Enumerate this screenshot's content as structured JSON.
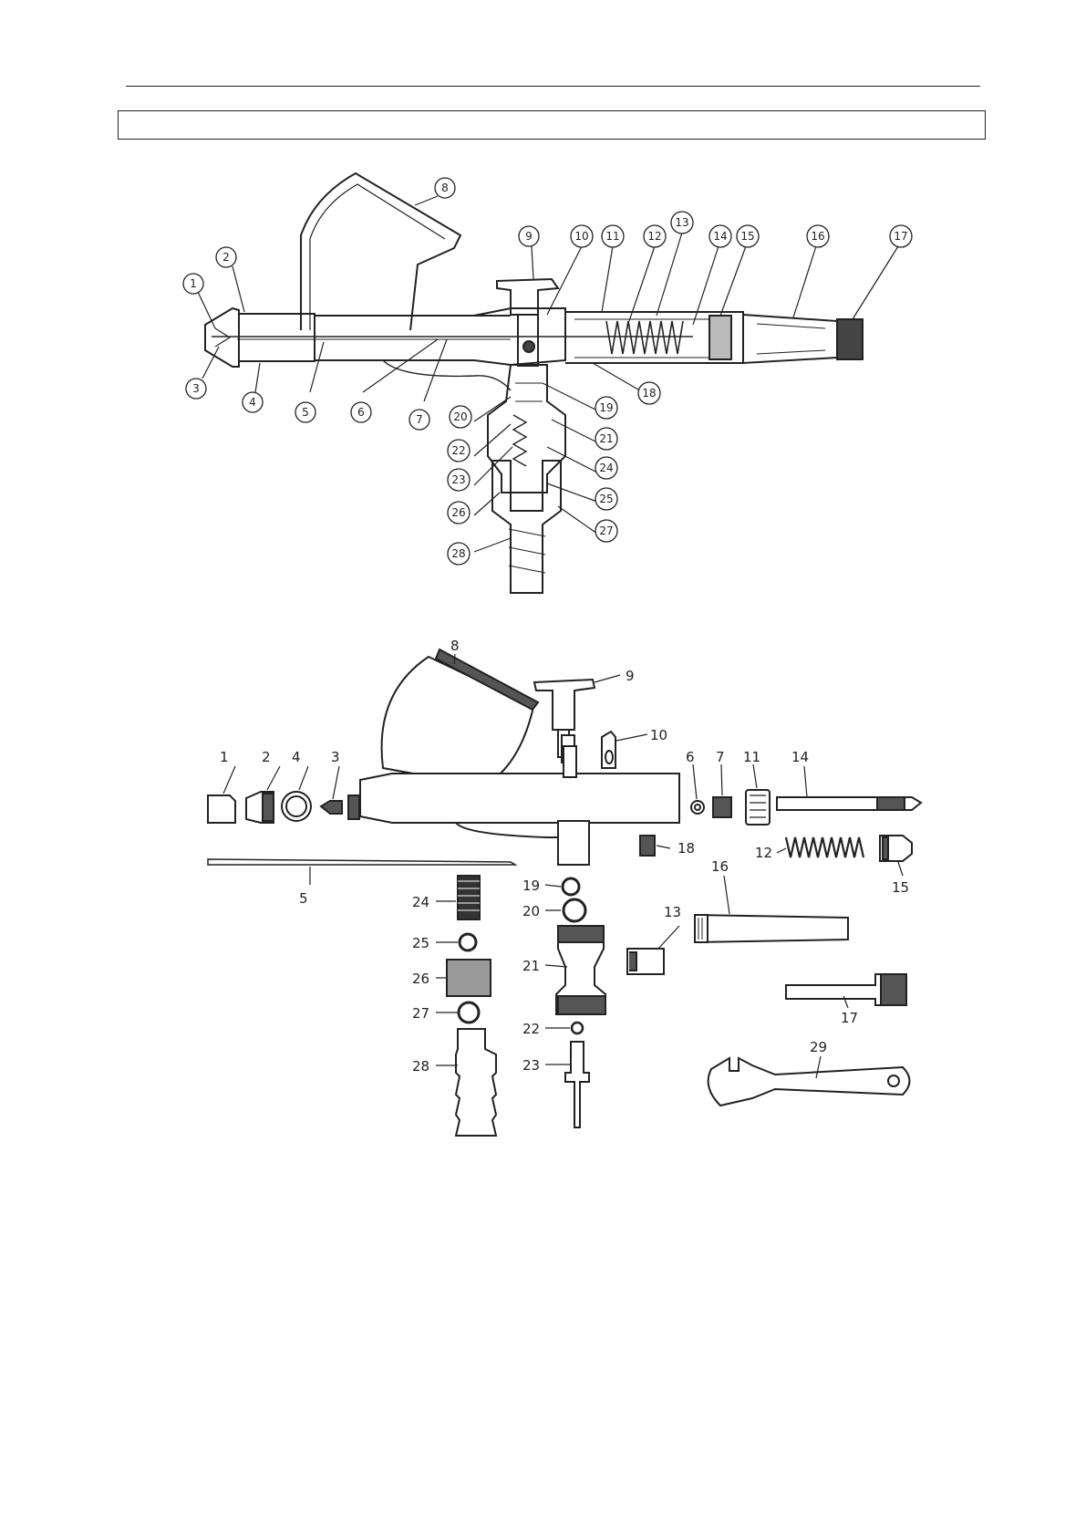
{
  "header": {
    "title": ""
  },
  "cutaway_labels": [
    "1",
    "2",
    "3",
    "4",
    "5",
    "6",
    "7",
    "8",
    "9",
    "10",
    "11",
    "12",
    "13",
    "14",
    "15",
    "16",
    "17",
    "18",
    "19",
    "20",
    "21",
    "22",
    "23",
    "24",
    "25",
    "26",
    "27",
    "28"
  ],
  "exploded_labels": [
    "1",
    "2",
    "3",
    "4",
    "5",
    "6",
    "7",
    "8",
    "9",
    "10",
    "11",
    "12",
    "13",
    "14",
    "15",
    "16",
    "17",
    "18",
    "19",
    "20",
    "21",
    "22",
    "23",
    "24",
    "25",
    "26",
    "27",
    "28",
    "29"
  ]
}
